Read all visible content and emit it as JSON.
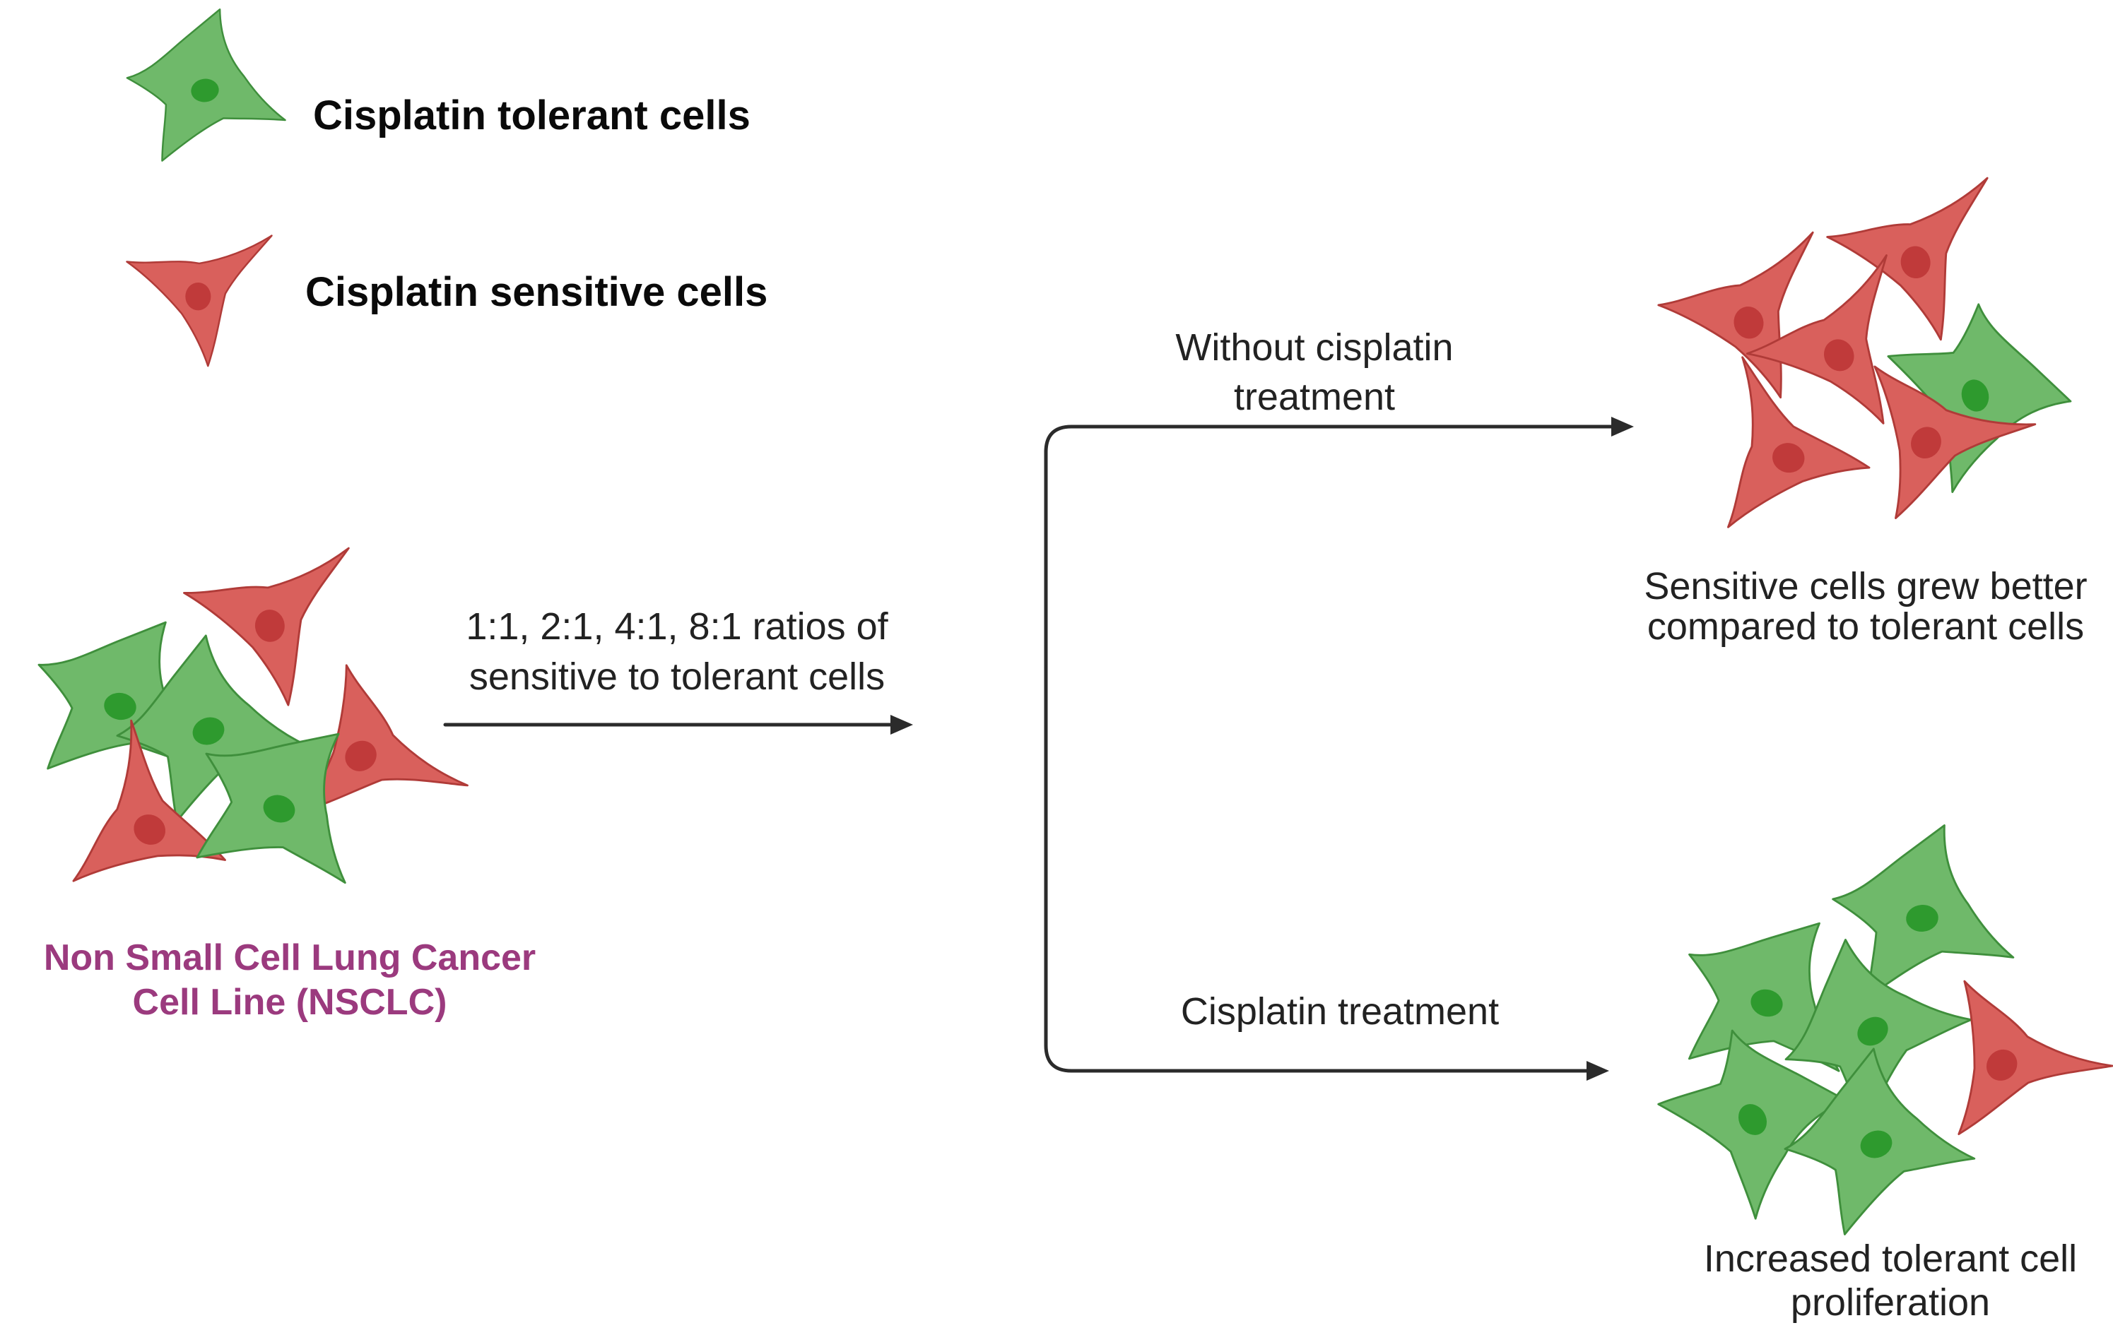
{
  "legend": {
    "tolerant_label": "Cisplatin tolerant cells",
    "sensitive_label": "Cisplatin sensitive cells"
  },
  "source": {
    "title_line1": "Non Small Cell Lung Cancer",
    "title_line2": "Cell Line (NSCLC)"
  },
  "mixing_step": {
    "line1": "1:1, 2:1, 4:1, 8:1 ratios of",
    "line2": "sensitive to tolerant cells"
  },
  "branch_top": {
    "line1": "Without cisplatin",
    "line2": "treatment",
    "outcome_line1": "Sensitive cells grew better",
    "outcome_line2": "compared to tolerant cells"
  },
  "branch_bottom": {
    "label": "Cisplatin treatment",
    "outcome_line1": "Increased tolerant cell",
    "outcome_line2": "proliferation"
  },
  "colors": {
    "tolerant_fill": "#6fb96a",
    "tolerant_stroke": "#3f8f3c",
    "tolerant_nucleus": "#2e9a2e",
    "sensitive_fill": "#d9605c",
    "sensitive_stroke": "#b03b38",
    "sensitive_nucleus": "#c03a3a",
    "title_color": "#9b3a7e"
  }
}
